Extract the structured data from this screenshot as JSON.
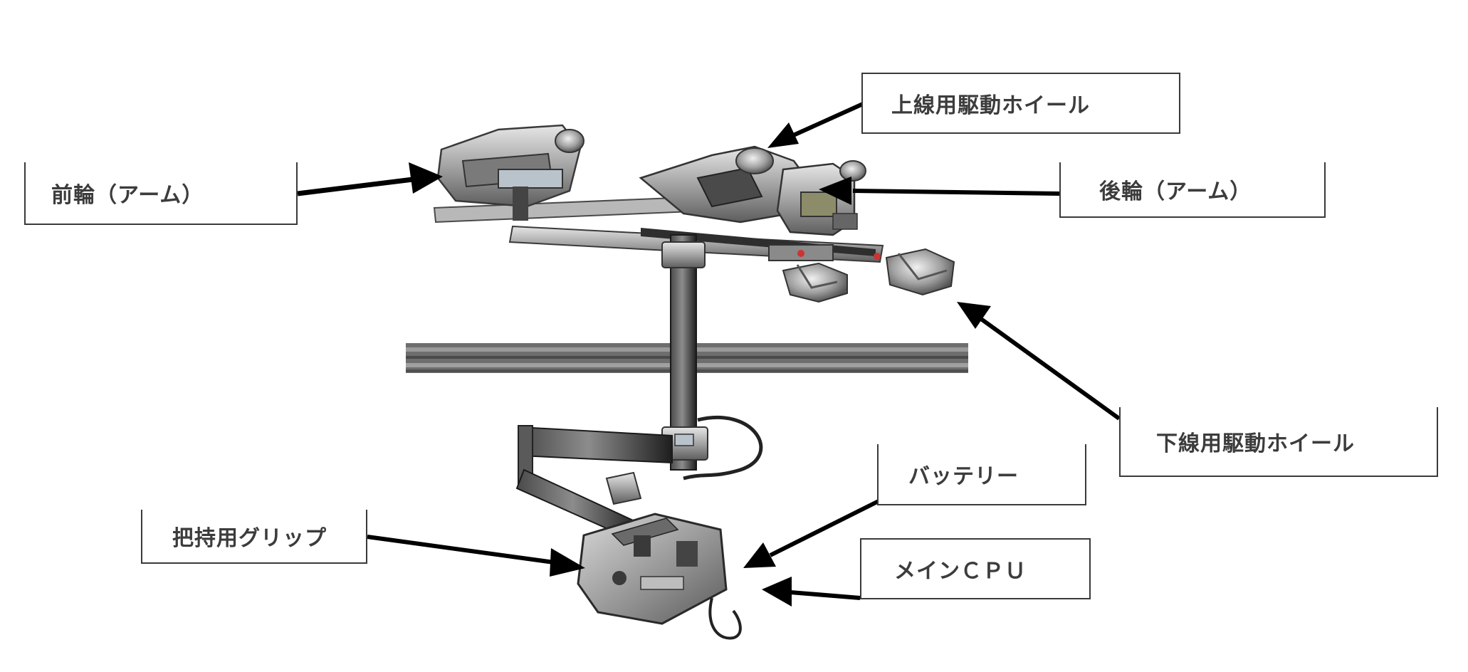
{
  "diagram": {
    "labels": {
      "upper_wheel": "上線用駆動ホイール",
      "front_wheel": "前輪（アーム）",
      "rear_wheel": "後輪（アーム）",
      "lower_wheel": "下線用駆動ホイール",
      "battery": "バッテリー",
      "grip": "把持用グリップ",
      "cpu": "メインＣＰＵ"
    },
    "colors": {
      "line": "#000000",
      "box_border": "#3a3a3a",
      "text": "#222222",
      "metal": "#9a9a9a",
      "dark_metal": "#2a2a2a",
      "rail": "#6a6a6a"
    }
  }
}
